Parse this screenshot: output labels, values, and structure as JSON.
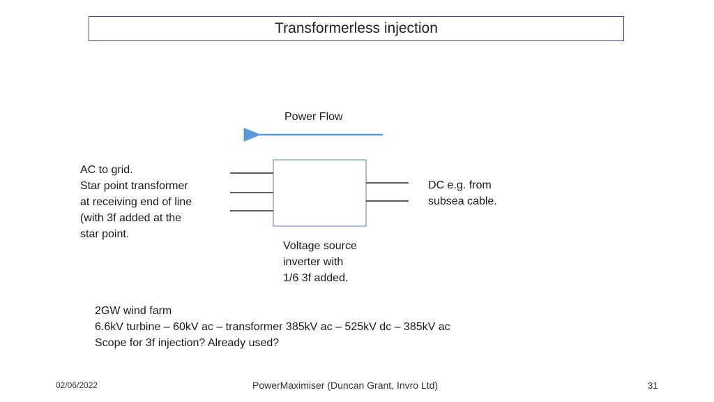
{
  "title": "Transformerless injection",
  "power_flow_label": "Power Flow",
  "ac_side": {
    "lines": [
      "AC to grid.",
      "Star point transformer",
      "at receiving end of line",
      "(with 3f added at the",
      "star point."
    ]
  },
  "dc_side": {
    "lines": [
      "DC e.g. from",
      "subsea cable."
    ]
  },
  "inverter": {
    "lines": [
      "Voltage source",
      "inverter with",
      "1/6 3f added."
    ]
  },
  "notes": {
    "lines": [
      "2GW wind farm",
      "6.6kV turbine – 60kV ac – transformer 385kV ac – 525kV dc – 385kV ac",
      "Scope for 3f injection?  Already used?"
    ]
  },
  "footer": {
    "date": "02/06/2022",
    "center": "PowerMaximiser  (Duncan Grant, Invro Ltd)",
    "page_number": "31"
  },
  "colors": {
    "arrow": "#5b9bd5",
    "box_border": "#5b7fa6",
    "title_border": "#2f4f7f"
  }
}
